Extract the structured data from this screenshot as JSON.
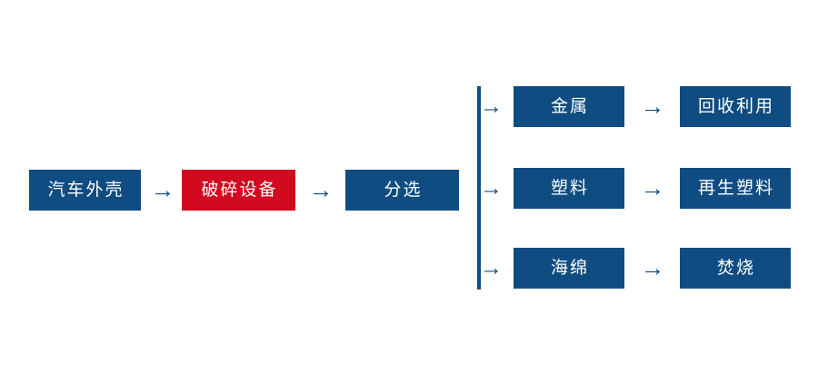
{
  "diagram": {
    "type": "process-flow",
    "title": "",
    "colors": {
      "node_fill": "#0f4c81",
      "accent_fill": "#d10a20",
      "node_text": "#ffffff",
      "connector": "#0f4c81",
      "background": "#ffffff"
    },
    "main_chain": [
      {
        "id": "shell",
        "label": "汽车外壳",
        "style": "primary"
      },
      {
        "id": "crusher",
        "label": "破碎设备",
        "style": "accent"
      },
      {
        "id": "sorting",
        "label": "分选",
        "style": "primary"
      }
    ],
    "branches": [
      {
        "id": "metal",
        "material": "金属",
        "output": "回收利用"
      },
      {
        "id": "plastic",
        "material": "塑料",
        "output": "再生塑料"
      },
      {
        "id": "sponge",
        "material": "海绵",
        "output": "焚烧"
      }
    ],
    "icons": {
      "arrow_right": "→",
      "branch_arrow": "→"
    }
  }
}
